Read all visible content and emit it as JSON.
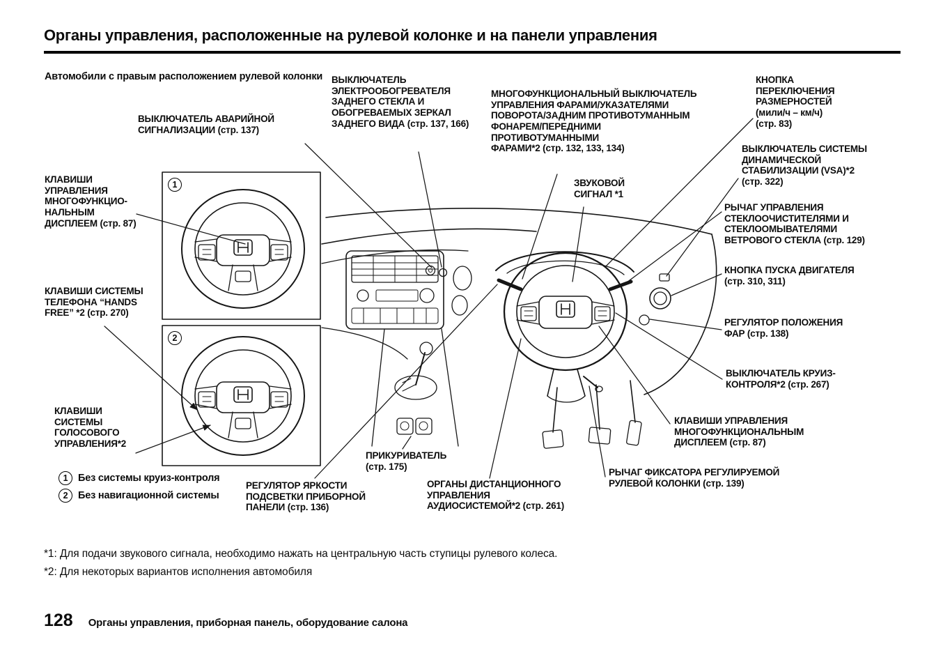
{
  "page": {
    "title": "Органы управления, расположенные на рулевой колонке и на панели управления",
    "subtitle": "Автомобили с правым расположением рулевой колонки"
  },
  "labels": {
    "hazard": "ВЫКЛЮЧАТЕЛЬ АВАРИЙНОЙ\nСИГНАЛИЗАЦИИ (стр. 137)",
    "defrost": "ВЫКЛЮЧАТЕЛЬ\nЭЛЕКТРООБОГРЕВАТЕЛЯ\nЗАДНЕГО СТЕКЛА И\nОБОГРЕВАЕМЫХ ЗЕРКАЛ\nЗАДНЕГО ВИДА (стр. 137, 166)",
    "multifunction": "МНОГОФУНКЦИОНАЛЬНЫЙ ВЫКЛЮЧАТЕЛЬ\nУПРАВЛЕНИЯ ФАРАМИ/УКАЗАТЕЛЯМИ\nПОВОРОТА/ЗАДНИМ ПРОТИВОТУМАННЫМ\nФОНАРЕМ/ПЕРЕДНИМИ\nПРОТИВОТУМАННЫМИ\nФАРАМИ*2 (стр. 132, 133, 134)",
    "dim_button": "КНОПКА\nПЕРЕКЛЮЧЕНИЯ\nРАЗМЕРНОСТЕЙ\n(мили/ч – км/ч)\n(стр. 83)",
    "vsa": "ВЫКЛЮЧАТЕЛЬ СИСТЕМЫ\nДИНАМИЧЕСКОЙ\nСТАБИЛИЗАЦИИ (VSA)*2\n(стр. 322)",
    "horn": "ЗВУКОВОЙ\nСИГНАЛ *1",
    "wiper": "РЫЧАГ УПРАВЛЕНИЯ\nСТЕКЛООЧИСТИТЕЛЯМИ И\nСТЕКЛООМЫВАТЕЛЯМИ\nВЕТРОВОГО СТЕКЛА (стр. 129)",
    "engine_start": "КНОПКА ПУСКА ДВИГАТЕЛЯ\n(стр. 310, 311)",
    "headlight_leveling": "РЕГУЛЯТОР ПОЛОЖЕНИЯ\nФАР (стр. 138)",
    "cruise": "ВЫКЛЮЧАТЕЛЬ КРУИЗ-\nКОНТРОЛЯ*2 (стр. 267)",
    "mfd_right": "КЛАВИШИ УПРАВЛЕНИЯ\nМНОГОФУНКЦИОНАЛЬНЫМ\nДИСПЛЕЕМ (стр. 87)",
    "column_lock": "РЫЧАГ ФИКСАТОРА РЕГУЛИРУЕМОЙ\nРУЛЕВОЙ КОЛОНКИ (стр. 139)",
    "mfd_left": "КЛАВИШИ\nУПРАВЛЕНИЯ\nМНОГОФУНКЦИО-\nНАЛЬНЫМ\nДИСПЛЕЕМ (стр. 87)",
    "handsfree": "КЛАВИШИ СИСТЕМЫ\nТЕЛЕФОНА “HANDS\nFREE” *2 (стр. 270)",
    "voice": "КЛАВИШИ\nСИСТЕМЫ\nГОЛОСОВОГО\nУПРАВЛЕНИЯ*2",
    "brightness": "РЕГУЛЯТОР ЯРКОСТИ\nПОДСВЕТКИ ПРИБОРНОЙ\nПАНЕЛИ (стр. 136)",
    "lighter": "ПРИКУРИВАТЕЛЬ\n(стр. 175)",
    "audio_remote": "ОРГАНЫ ДИСТАНЦИОННОГО\nУПРАВЛЕНИЯ\nАУДИОСИСТЕМОЙ*2 (стр. 261)"
  },
  "figures": {
    "one": "1",
    "two": "2"
  },
  "notes": [
    {
      "num": "1",
      "text": "Без системы круиз-контроля"
    },
    {
      "num": "2",
      "text": "Без навигационной системы"
    }
  ],
  "footnotes": [
    "*1:  Для подачи звукового сигнала, необходимо нажать на центральную часть ступицы рулевого колеса.",
    "*2:  Для некоторых вариантов исполнения автомобиля"
  ],
  "footer": {
    "page_number": "128",
    "text": "Органы управления, приборная панель, оборудование салона"
  }
}
